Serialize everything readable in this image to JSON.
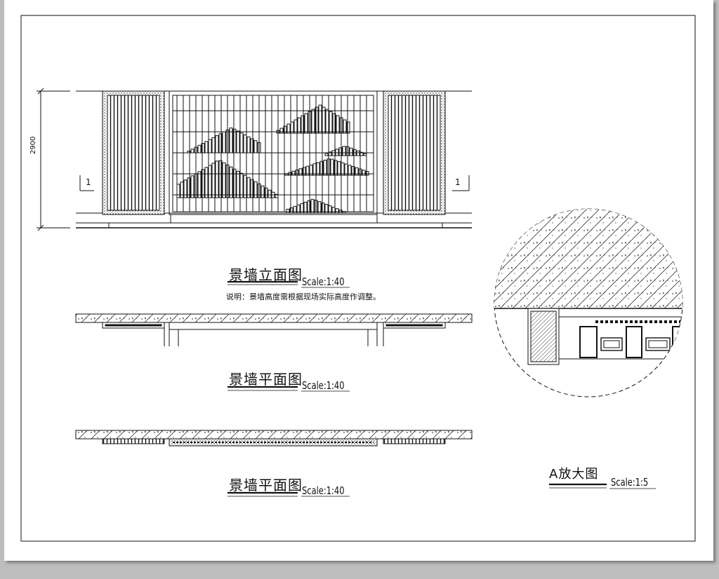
{
  "drawing": {
    "elevation": {
      "title": "景墙立面图",
      "scale": "Scale:1:40",
      "note": "说明：景墙高度需根据现场实际高度作调整。",
      "dimension": "2900",
      "section_mark_left": "1",
      "section_mark_right": "1"
    },
    "plan_1": {
      "title": "景墙平面图",
      "scale": "Scale:1:40"
    },
    "plan_2": {
      "title": "景墙平面图",
      "scale": "Scale:1:40"
    },
    "detail": {
      "title": "A放大图",
      "scale": "Scale:1:5"
    }
  },
  "colors": {
    "line": "#111111",
    "paper": "#ffffff",
    "background": "#bdbdbd"
  }
}
